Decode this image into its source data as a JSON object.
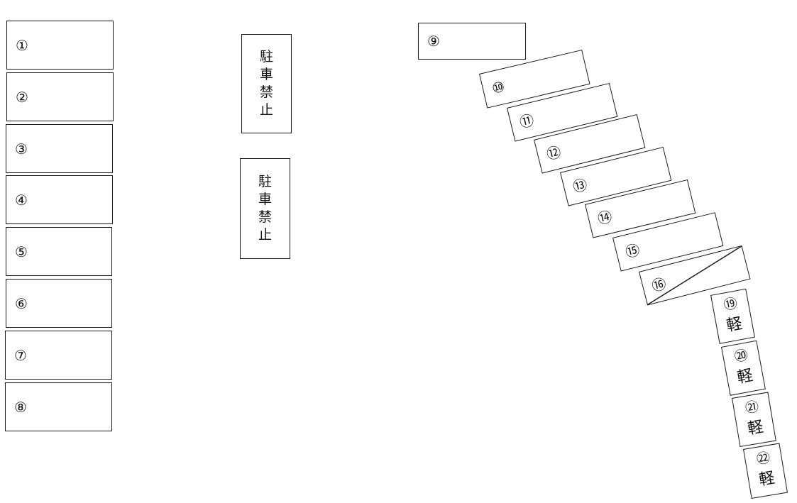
{
  "diagram": {
    "type": "parking-lot-layout",
    "left_column_stalls": [
      {
        "id": 1,
        "label": "①"
      },
      {
        "id": 2,
        "label": "②"
      },
      {
        "id": 3,
        "label": "③"
      },
      {
        "id": 4,
        "label": "④"
      },
      {
        "id": 5,
        "label": "⑤"
      },
      {
        "id": 6,
        "label": "⑥"
      },
      {
        "id": 7,
        "label": "⑦"
      },
      {
        "id": 8,
        "label": "⑧"
      }
    ],
    "no_parking_signs": [
      {
        "chars": [
          "駐",
          "車",
          "禁",
          "止"
        ]
      },
      {
        "chars": [
          "駐",
          "車",
          "禁",
          "止"
        ]
      }
    ],
    "curved_row_stalls": [
      {
        "id": 9,
        "label": "⑨"
      },
      {
        "id": 10,
        "label": "⑩"
      },
      {
        "id": 11,
        "label": "⑪"
      },
      {
        "id": 12,
        "label": "⑫"
      },
      {
        "id": 13,
        "label": "⑬"
      },
      {
        "id": 14,
        "label": "⑭"
      },
      {
        "id": 15,
        "label": "⑮"
      },
      {
        "id": 16,
        "label": "⑯",
        "crossed": true
      }
    ],
    "kei_car_stalls": [
      {
        "id": 19,
        "label": "⑲",
        "kind": "軽"
      },
      {
        "id": 20,
        "label": "⑳",
        "kind": "軽"
      },
      {
        "id": 21,
        "label": "㉑",
        "kind": "軽"
      },
      {
        "id": 22,
        "label": "㉒",
        "kind": "軽"
      }
    ]
  }
}
